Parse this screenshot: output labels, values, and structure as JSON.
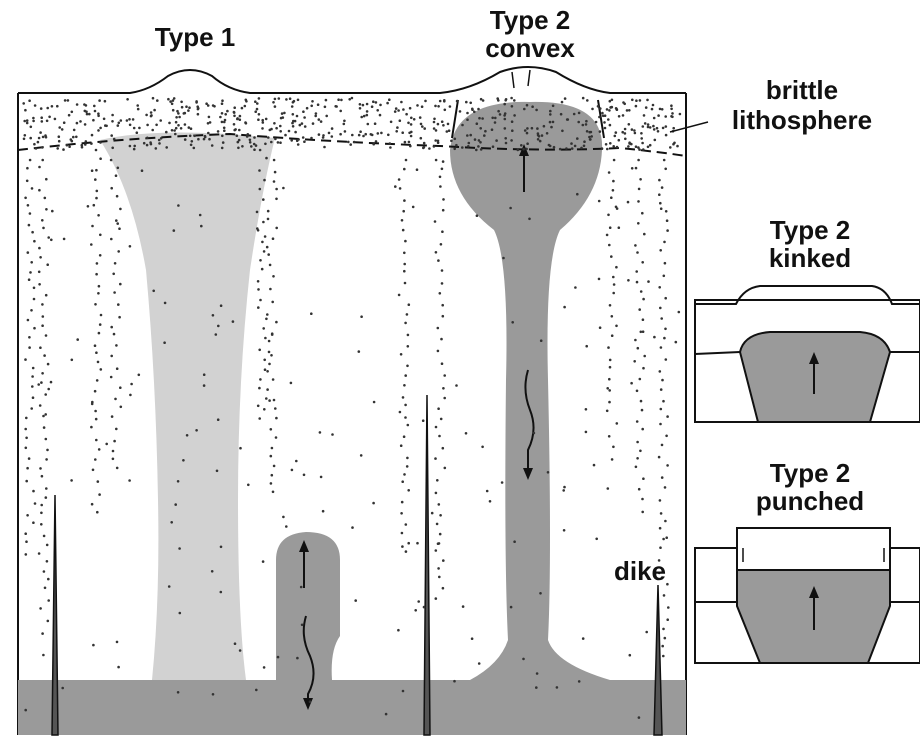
{
  "labels": {
    "type1": "Type 1",
    "type2_convex_title": "Type 2",
    "type2_convex_sub": "convex",
    "brittle": "brittle",
    "lithosphere": "lithosphere",
    "type2_kinked_title": "Type 2",
    "type2_kinked_sub": "kinked",
    "type2_punched_title": "Type 2",
    "type2_punched_sub": "punched",
    "dike": "dike"
  },
  "colors": {
    "ink": "#111111",
    "dark_fill": "#9a9a9a",
    "light_fill": "#d2d2d2",
    "background": "#ffffff"
  }
}
